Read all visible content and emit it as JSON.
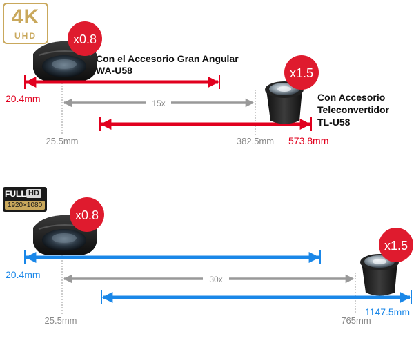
{
  "badges": {
    "uhd_big": "4K",
    "uhd_small": "UHD",
    "fhd_full": "FULL",
    "fhd_hd": "HD",
    "fhd_res": "1920×1080"
  },
  "colors": {
    "red": "#e1001e",
    "blue": "#1a87e8",
    "gray": "#999999",
    "badge_red": "#df1b2e",
    "gold": "#c9a85c"
  },
  "uhd_section": {
    "wide_factor": "x0.8",
    "wide_label_line1": "Con el Accesorio Gran Angular",
    "wide_label_line2": "WA-U58",
    "tele_factor": "x1.5",
    "tele_label_line1": "Con Accesorio",
    "tele_label_line2": "Teleconvertidor",
    "tele_label_line3": "TL-U58",
    "wide_focal": "20.4mm",
    "zoom": "15x",
    "min_focal": "25.5mm",
    "max_focal": "382.5mm",
    "tele_focal": "573.8mm"
  },
  "fhd_section": {
    "wide_factor": "x0.8",
    "tele_factor": "x1.5",
    "wide_focal": "20.4mm",
    "zoom": "30x",
    "min_focal": "25.5mm",
    "max_focal": "765mm",
    "tele_focal": "1147.5mm"
  }
}
